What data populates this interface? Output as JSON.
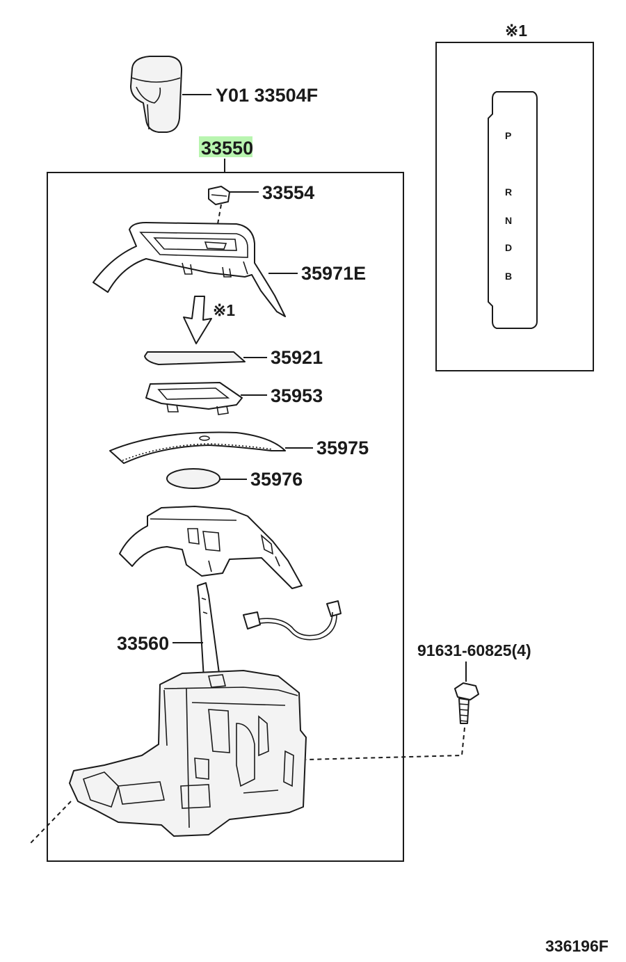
{
  "labels": {
    "knob": "Y01 33504F",
    "assembly": "33550",
    "clip": "33554",
    "housing": "35971E",
    "note_arrow": "※1",
    "plate": "35921",
    "holder": "35953",
    "slide_cover": "35975",
    "seal": "35976",
    "lever": "33560",
    "bolt": "91631-60825(4)",
    "inset_note": "※1",
    "diagram_code": "336196F"
  },
  "indicator": {
    "gears": [
      "P",
      "R",
      "N",
      "D",
      "B"
    ]
  },
  "colors": {
    "highlight": "#b9f5b0",
    "ink": "#1a1a1a"
  }
}
